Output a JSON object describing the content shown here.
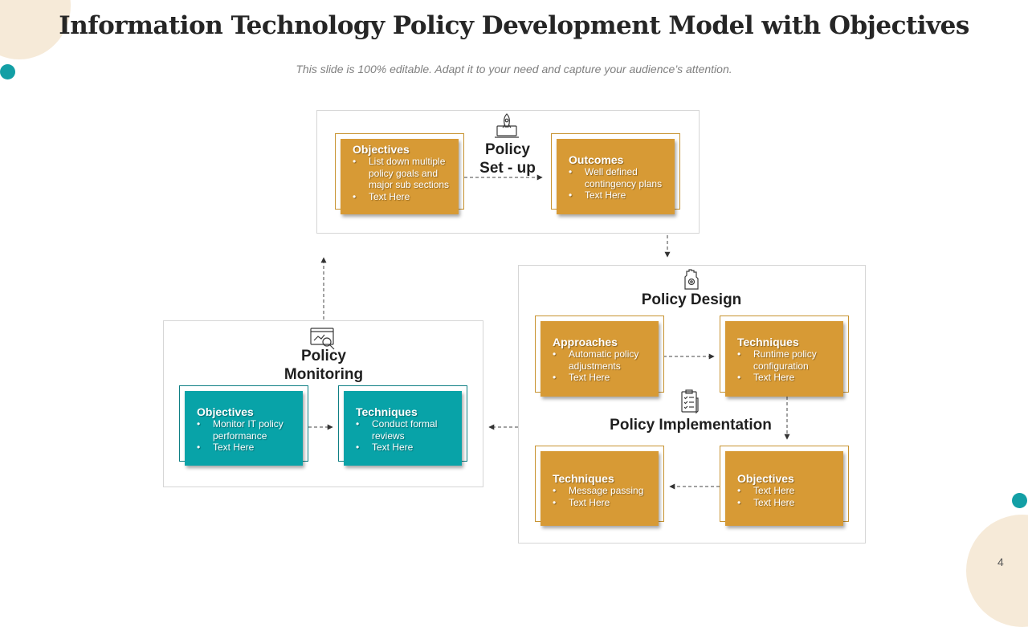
{
  "header": {
    "title": "Information Technology Policy Development Model with Objectives",
    "subtitle": "This slide is 100% editable. Adapt it to your need and capture your audience’s attention."
  },
  "page_number": "4",
  "colors": {
    "orange": "#d79a35",
    "teal": "#08a3a8",
    "accent_dot": "#139fa5",
    "deco": "#f6ead8"
  },
  "setup": {
    "label_line1": "Policy",
    "label_line2": "Set - up",
    "icon": "rocket-laptop-icon",
    "objectives": {
      "title": "Objectives",
      "bullets": [
        "List down multiple policy goals and major sub sections",
        "Text Here"
      ]
    },
    "outcomes": {
      "title": "Outcomes",
      "bullets": [
        "Well defined contingency plans",
        "Text Here"
      ]
    }
  },
  "design": {
    "label": "Policy Design",
    "icon": "gear-hand-icon",
    "approaches": {
      "title": "Approaches",
      "bullets": [
        "Automatic policy adjustments",
        "Text Here"
      ]
    },
    "techniques": {
      "title": "Techniques",
      "bullets": [
        "Runtime policy configuration",
        "Text Here"
      ]
    }
  },
  "implementation": {
    "label": "Policy Implementation",
    "icon": "checklist-icon",
    "techniques": {
      "title": "Techniques",
      "bullets": [
        "Message passing",
        "Text Here"
      ]
    },
    "objectives": {
      "title": "Objectives",
      "bullets": [
        "Text Here",
        "Text Here"
      ]
    }
  },
  "monitoring": {
    "label_line1": "Policy",
    "label_line2": "Monitoring",
    "icon": "monitor-magnifier-icon",
    "objectives": {
      "title": "Objectives",
      "bullets": [
        "Monitor IT policy performance",
        "Text Here"
      ]
    },
    "techniques": {
      "title": "Techniques",
      "bullets": [
        "Conduct formal reviews",
        "Text Here"
      ]
    }
  }
}
